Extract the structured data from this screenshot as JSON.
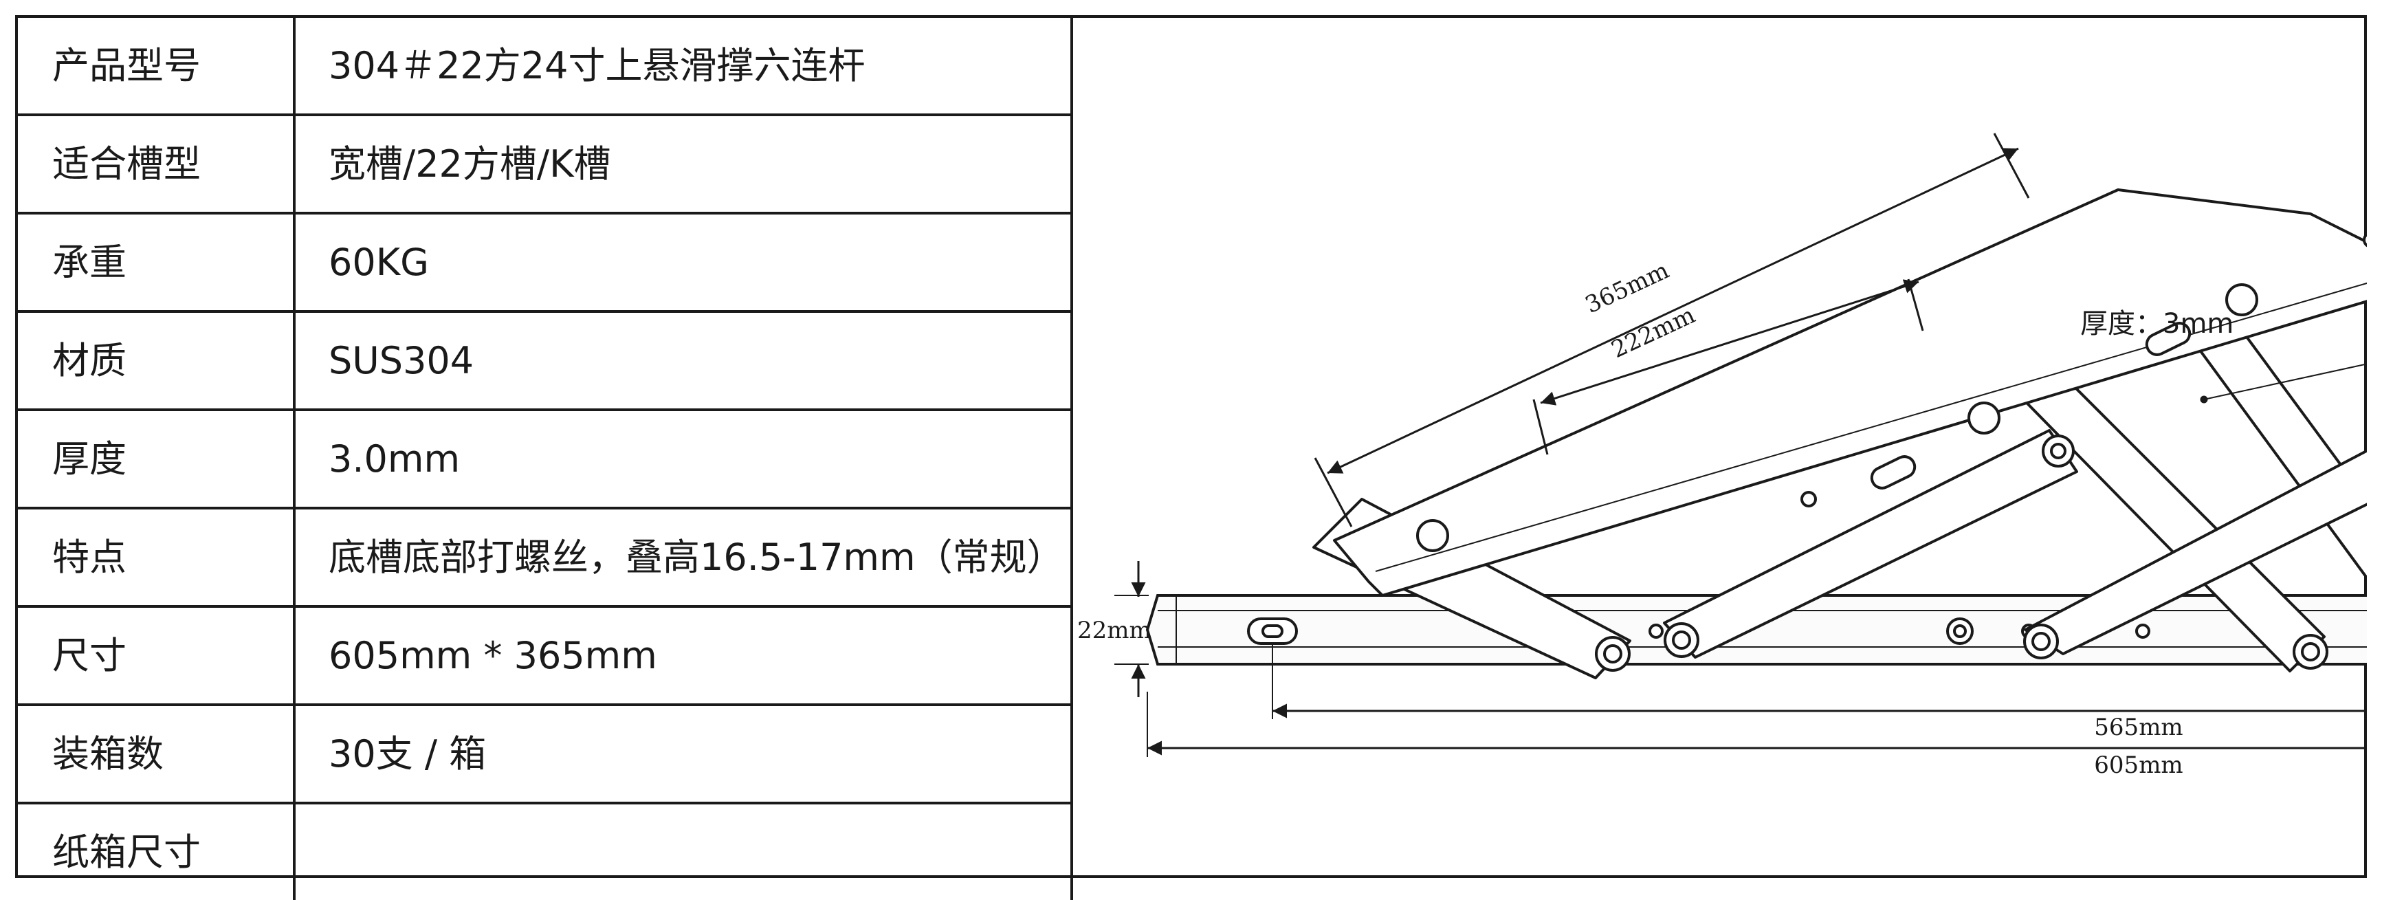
{
  "spec_table": {
    "rows": [
      {
        "label": "产品型号",
        "value": "304＃22方24寸上悬滑撑六连杆"
      },
      {
        "label": "适合槽型",
        "value": "宽槽/22方槽/K槽"
      },
      {
        "label": "承重",
        "value": "60KG"
      },
      {
        "label": "材质",
        "value": "SUS304"
      },
      {
        "label": "厚度",
        "value": "3.0mm"
      },
      {
        "label": "特点",
        "value": "底槽底部打螺丝，叠高16.5-17mm（常规）"
      },
      {
        "label": "尺寸",
        "value": "605mm * 365mm"
      },
      {
        "label": "装箱数",
        "value": "30支 / 箱"
      },
      {
        "label": "纸箱尺寸",
        "value": ""
      }
    ]
  },
  "drawing": {
    "dim_arm_total": "365mm",
    "dim_arm_slot": "222mm",
    "dim_thickness": "厚度：3mm",
    "dim_height": "22mm",
    "dim_track_inner": "565mm",
    "dim_track_total": "605mm"
  }
}
